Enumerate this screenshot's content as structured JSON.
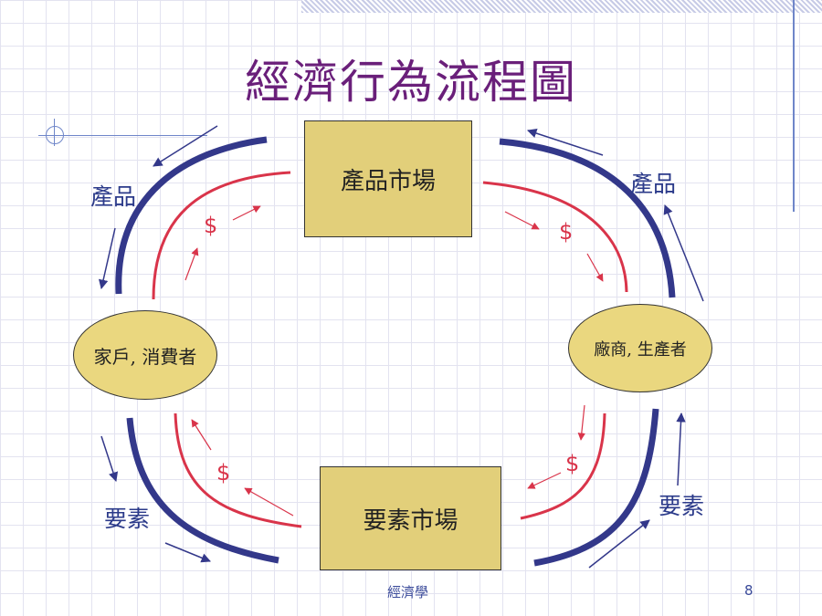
{
  "title": "經濟行為流程圖",
  "nodes": {
    "product_market": "產品市場",
    "factor_market": "要素市場",
    "households": "家戶, 消費者",
    "firms": "廠商, 生產者"
  },
  "flow_labels": {
    "product_left": "產品",
    "product_right": "產品",
    "factor_left": "要素",
    "factor_right": "要素"
  },
  "money_symbol": "$",
  "footer": {
    "center_text": "經濟學",
    "page_number": "8"
  },
  "colors": {
    "title": "#6a1f7a",
    "real_flow": "#33388a",
    "money_flow": "#d9344a",
    "box_fill": "#e2cf7a",
    "label": "#2b3a8a"
  }
}
